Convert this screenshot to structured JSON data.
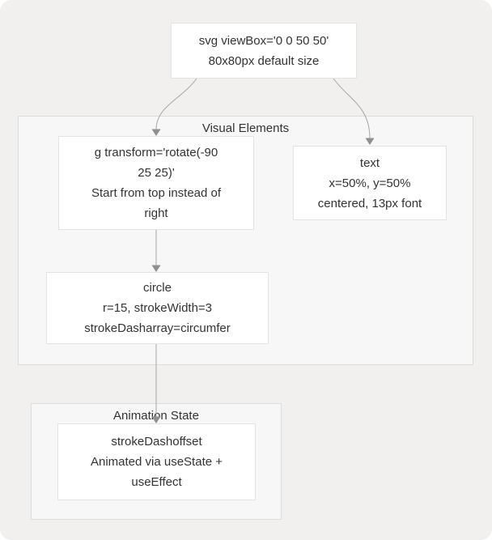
{
  "diagram": {
    "title": "SVG circular progress structure flowchart",
    "colors": {
      "page_background": "#f1f0ee",
      "group_background": "#f7f7f7",
      "group_border": "#dcdcdc",
      "node_background": "#ffffff",
      "node_border": "#e3e3e3",
      "text": "#333333",
      "edge_line": "#a6a6a6",
      "arrowhead": "#8f8f8f"
    },
    "groups": {
      "visual_elements": {
        "label": "Visual Elements"
      },
      "animation_state": {
        "label": "Animation State"
      }
    },
    "nodes": {
      "svg_root": {
        "lines": [
          "svg viewBox='0 0 50 50'",
          "80x80px default size"
        ]
      },
      "g_transform": {
        "lines": [
          "g transform='rotate(-90",
          "25 25)'",
          "Start from top instead of",
          "right"
        ]
      },
      "text_element": {
        "lines": [
          "text",
          "x=50%, y=50%",
          "centered, 13px font"
        ]
      },
      "circle_element": {
        "lines": [
          "circle",
          "r=15, strokeWidth=3",
          "strokeDasharray=circumfer"
        ]
      },
      "stroke_dashoffset": {
        "lines": [
          "strokeDashoffset",
          "Animated via useState +",
          "useEffect"
        ]
      }
    }
  }
}
